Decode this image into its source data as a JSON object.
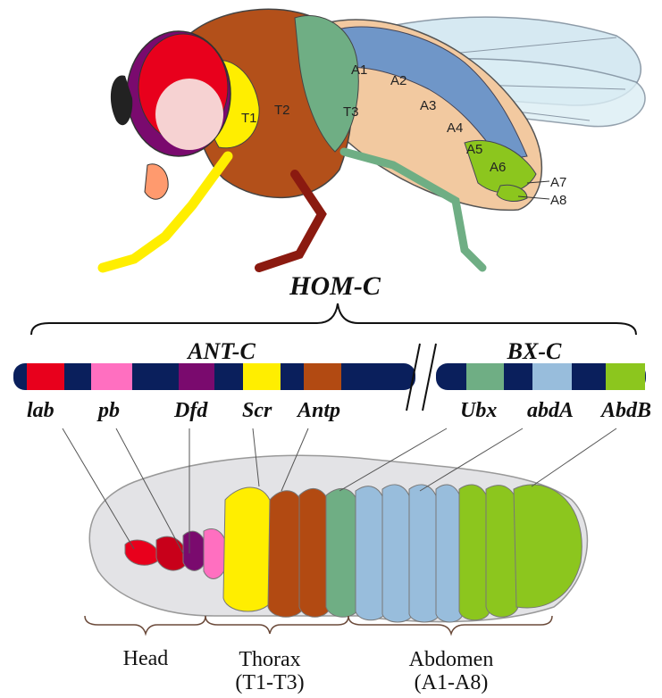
{
  "title": "HOM-C",
  "clusters": {
    "left": "ANT-C",
    "right": "BX-C"
  },
  "genes": [
    {
      "name": "lab",
      "color": "#e8001c"
    },
    {
      "name": "pb",
      "color": "#ff6fc0"
    },
    {
      "name": "Dfd",
      "color": "#7a0a6e"
    },
    {
      "name": "Scr",
      "color": "#ffee00"
    },
    {
      "name": "Antp",
      "color": "#b24a12"
    },
    {
      "name": "Ubx",
      "color": "#6fae84"
    },
    {
      "name": "abdA",
      "color": "#98bddc"
    },
    {
      "name": "AbdB",
      "color": "#8cc61e"
    }
  ],
  "chromosome_color": "#0a1f5c",
  "fly_segments": {
    "thorax": [
      "T1",
      "T2",
      "T3"
    ],
    "abdomen": [
      "A1",
      "A2",
      "A3",
      "A4",
      "A5",
      "A6",
      "A7",
      "A8"
    ]
  },
  "regions": {
    "head": "Head",
    "thorax": "Thorax",
    "thorax_sub": "(T1-T3)",
    "abdomen": "Abdomen",
    "abdomen_sub": "(A1-A8)"
  }
}
